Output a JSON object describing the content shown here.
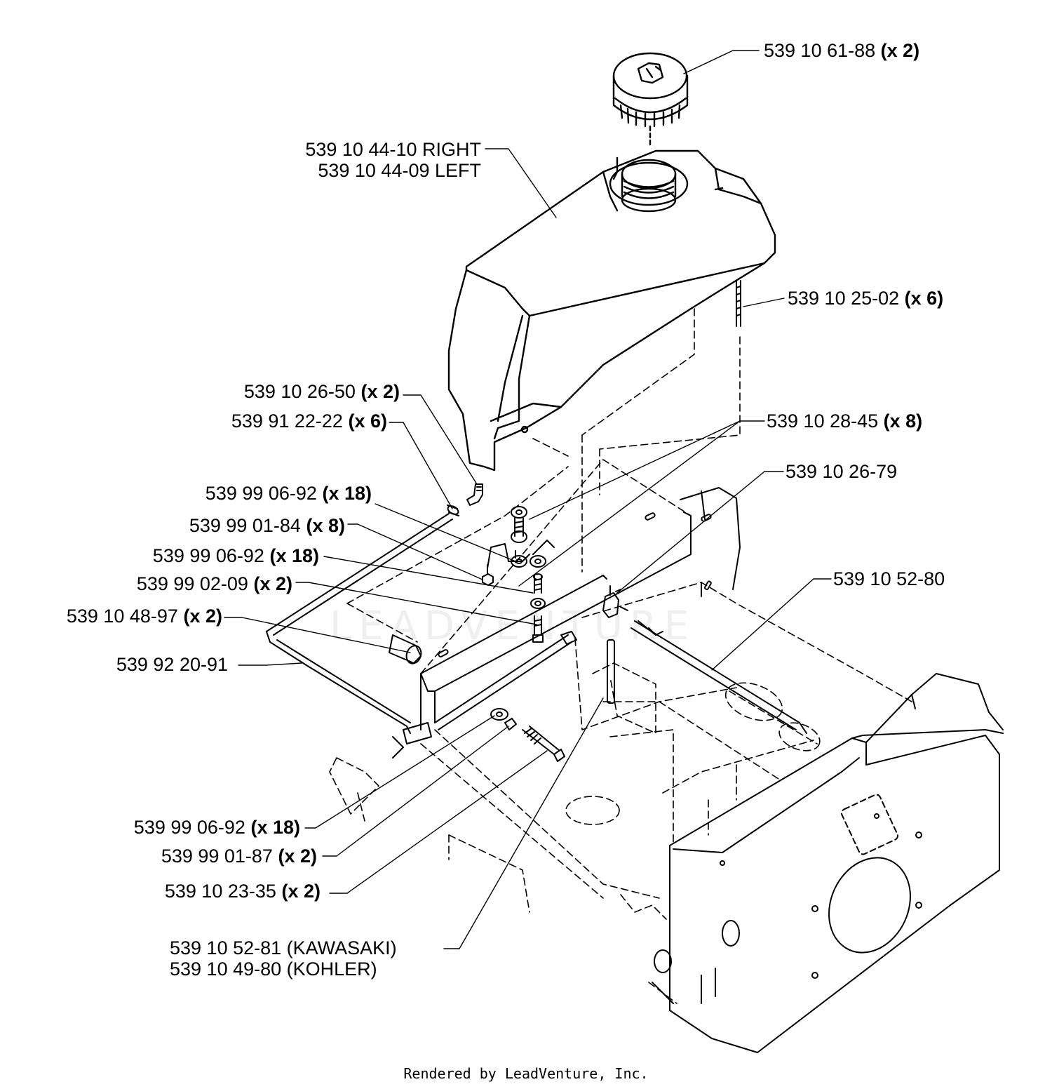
{
  "callouts": {
    "cap": {
      "part": "539 10 61-88",
      "qty": "(x 2)"
    },
    "tank": {
      "line1": "539 10 44-10 RIGHT",
      "line2": "539 10 44-09 LEFT"
    },
    "stud": {
      "part": "539 10 25-02",
      "qty": "(x 6)"
    },
    "elbow": {
      "part": "539 10 26-50",
      "qty": "(x 2)"
    },
    "clamp_small": {
      "part": "539 91 22-22",
      "qty": "(x 6)"
    },
    "bolt_right": {
      "part": "539 10 28-45",
      "qty": "(x 8)"
    },
    "valve": {
      "part": "539 10 26-79"
    },
    "washer_a": {
      "part": "539 99 06-92",
      "qty": "(x 18)"
    },
    "nut_a": {
      "part": "539 99 01-84",
      "qty": "(x 8)"
    },
    "washer_b": {
      "part": "539 99 06-92",
      "qty": "(x 18)"
    },
    "screw": {
      "part": "539 99 02-09",
      "qty": "(x 2)"
    },
    "filter_line": {
      "part": "539 10 52-80"
    },
    "bumper": {
      "part": "539 10 48-97",
      "qty": "(x 2)"
    },
    "rod": {
      "part": "539 92 20-91"
    },
    "washer_c": {
      "part": "539 99 06-92",
      "qty": "(x 18)"
    },
    "nut_b": {
      "part": "539 99 01-87",
      "qty": "(x 2)"
    },
    "bolt_long": {
      "part": "539 10 23-35",
      "qty": "(x 2)"
    },
    "fuel_line": {
      "line1": "539 10 52-81 (KAWASAKI)",
      "line2": "539 10 49-80 (KOHLER)"
    }
  },
  "watermark": "LEADVENTURE",
  "footer": "Rendered by LeadVenture, Inc."
}
